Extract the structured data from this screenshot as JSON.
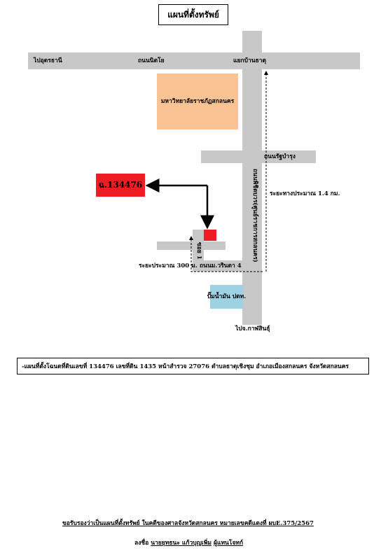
{
  "title": "แผนที่ตั้งทรัพย์",
  "roads": {
    "to_udon": "ไปอุดรธานี",
    "nittayo_road": "ถนนนิตโย",
    "ban_that_junction": "แยกบ้านธาตุ",
    "rat_bamrung_road": "ถนนรัฐบำรุง",
    "main_road_vertical": "ถนนพิชิตบวร(ศูนย์ราชการสกลนคร)",
    "soi_1": "ซอย 1",
    "wirin_road": "ถนนม.วรินดา 4",
    "to_kalasin": "ไปจ.กาฬสินธุ์"
  },
  "landmarks": {
    "university": "มหาวิทยาลัยราชภัฏสกลนคร",
    "gas_station": "ปั๊มน้ำมัน ปตท."
  },
  "plot_label": "ฉ.134476",
  "distances": {
    "long": "ระยะทางประมาณ  1.4 กม.",
    "short": "ระยะประมาณ 300 ม."
  },
  "note": "-แผนที่ตั้งโฉนดที่ดินเลขที่ 134476  เลขที่ดิน 1435  หน้าสำรวจ 27076  ตำบลธาตุเชิงชุม  อำเภอเมืองสกลนคร  จังหวัดสกลนคร",
  "footer": {
    "certify": "ขอรับรองว่าเป็นแผนที่ตั้งทรัพย์  ในคดีของศาลจังหวัดสกลนคร  หมายเลขคดีแดงที่  ผบE.375/2567",
    "sign_prefix": "ลงชื่อ",
    "sign_name": "นายยุทธนะ แก้วบุญเพิ่ม",
    "sign_suffix": "ผู้แทนโจทก์"
  },
  "colors": {
    "road": "#c8c8c8",
    "university": "#f9c394",
    "plot": "#ee1c23",
    "gas_station": "#9cd2e4"
  }
}
